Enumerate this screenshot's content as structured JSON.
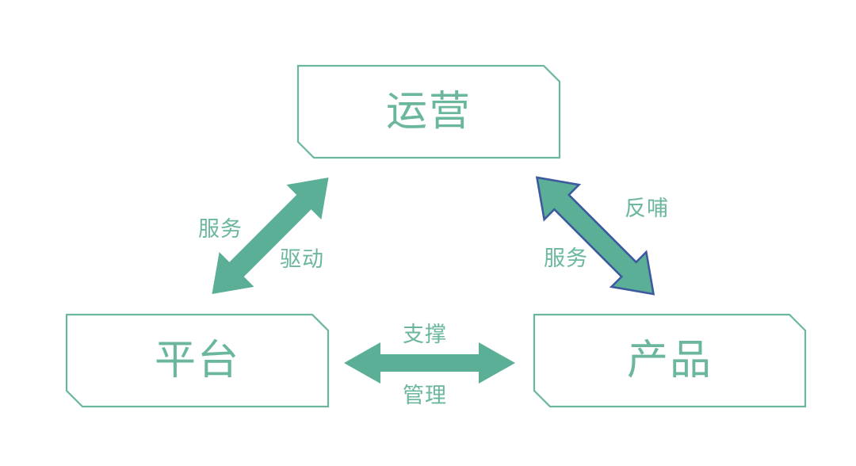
{
  "diagram": {
    "type": "triangle-relationship",
    "background_color": "#FFFFFF",
    "accent_color": "#5CAF97",
    "text_color": "#6BB79C",
    "border_color": "#6BB79C",
    "outline_color": "#3D5A9E",
    "nodes": [
      {
        "id": "operations",
        "label": "运营",
        "position": "top"
      },
      {
        "id": "platform",
        "label": "平台",
        "position": "bottom-left"
      },
      {
        "id": "product",
        "label": "产品",
        "position": "bottom-right"
      }
    ],
    "edges": [
      {
        "id": "platform-operations",
        "from": "platform",
        "to": "operations",
        "style": "double-headed-diagonal",
        "outlined": false,
        "labels": [
          {
            "text": "服务",
            "side": "upper-left"
          },
          {
            "text": "驱动",
            "side": "lower-right"
          }
        ]
      },
      {
        "id": "operations-product",
        "from": "operations",
        "to": "product",
        "style": "double-headed-diagonal",
        "outlined": true,
        "labels": [
          {
            "text": "反哺",
            "side": "upper-right"
          },
          {
            "text": "服务",
            "side": "lower-left"
          }
        ]
      },
      {
        "id": "platform-product",
        "from": "platform",
        "to": "product",
        "style": "double-headed-horizontal",
        "outlined": false,
        "labels": [
          {
            "text": "支撑",
            "side": "above"
          },
          {
            "text": "管理",
            "side": "below"
          }
        ]
      }
    ]
  }
}
